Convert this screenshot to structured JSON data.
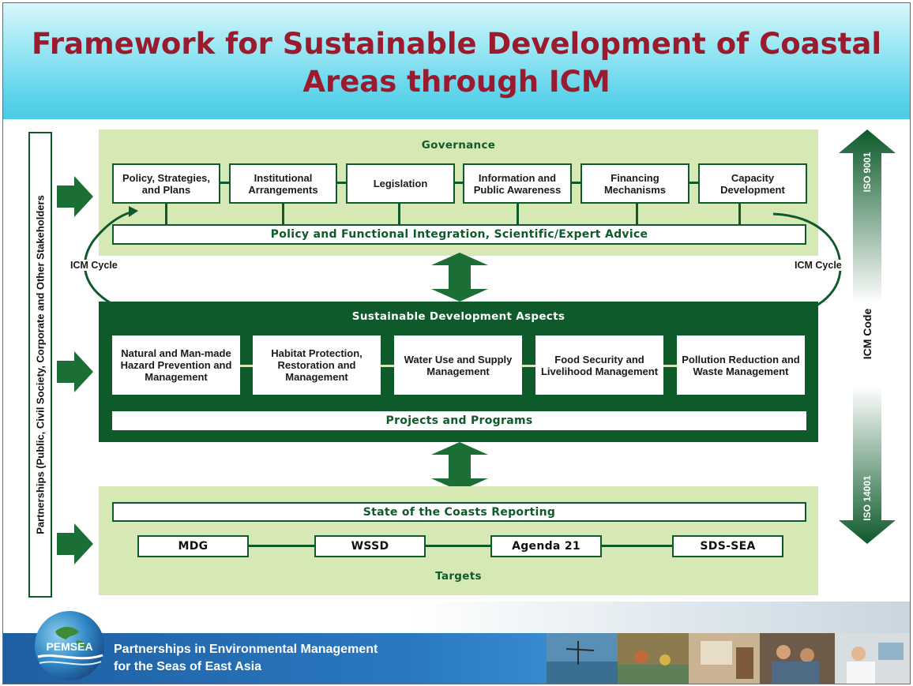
{
  "title": {
    "line1": "Framework for Sustainable Development of Coastal",
    "line2": "Areas through ICM"
  },
  "partnerships_label": "Partnerships (Public, Civil Society, Corporate and Other Stakeholders",
  "governance": {
    "header": "Governance",
    "boxes": [
      "Policy, Strategies, and Plans",
      "Institutional Arrangements",
      "Legislation",
      "Information and Public Awareness",
      "Financing Mechanisms",
      "Capacity Development"
    ],
    "integration_bar": "Policy and Functional Integration, Scientific/Expert Advice"
  },
  "icm_cycle_left": "ICM Cycle",
  "icm_cycle_right": "ICM Cycle",
  "sustainable": {
    "header": "Sustainable Development Aspects",
    "boxes": [
      "Natural and Man-made Hazard Prevention and Management",
      "Habitat Protection, Restoration and Management",
      "Water Use and Supply Management",
      "Food Security and Livelihood Management",
      "Pollution Reduction and Waste Management"
    ],
    "projects_bar": "Projects and Programs"
  },
  "targets": {
    "reporting_bar": "State of the Coasts Reporting",
    "items": [
      "MDG",
      "WSSD",
      "Agenda 21",
      "SDS-SEA"
    ],
    "footer_label": "Targets"
  },
  "right_axis": {
    "top": "ISO 9001",
    "middle": "ICM Code",
    "bottom": "ISO 14001"
  },
  "footer": {
    "logo_text": "PEMSEA",
    "line1": "Partnerships in Environmental Management",
    "line2": "for the Seas of East Asia"
  },
  "colors": {
    "title": "#9b1b2e",
    "dark_green": "#0e5a2b",
    "light_green": "#d6e8b4",
    "footer_blue": "#2a79c0"
  }
}
